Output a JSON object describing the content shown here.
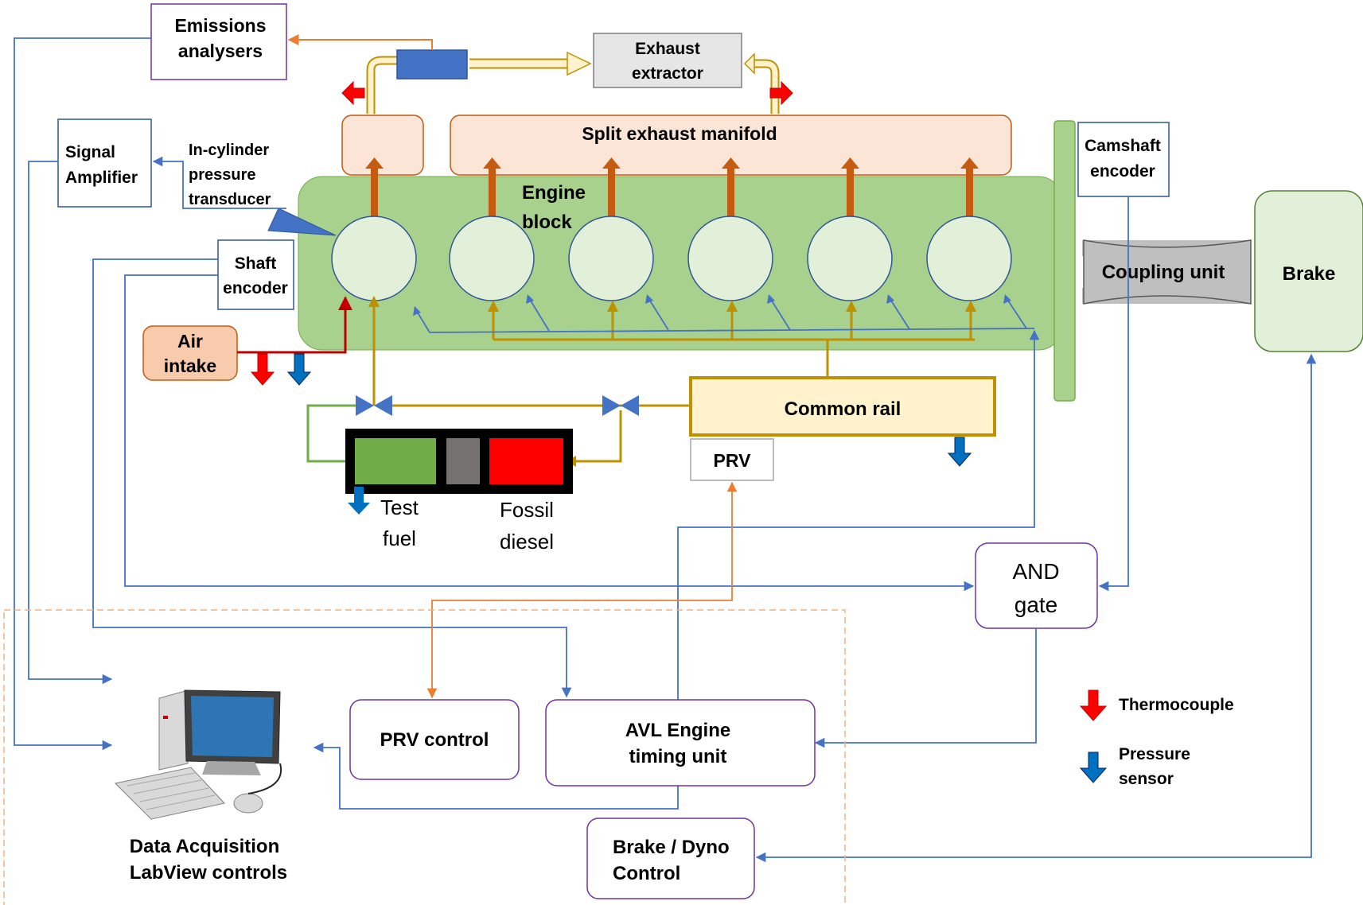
{
  "labels": {
    "emissions_1": "Emissions",
    "emissions_2": "analysers",
    "exhaust_extractor_1": "Exhaust",
    "exhaust_extractor_2": "extractor",
    "split_manifold": "Split exhaust manifold",
    "signal_amp_1": "Signal",
    "signal_amp_2": "Amplifier",
    "transducer_1": "In-cylinder",
    "transducer_2": "pressure",
    "transducer_3": "transducer",
    "engine_block_1": "Engine",
    "engine_block_2": "block",
    "camshaft_1": "Camshaft",
    "camshaft_2": "encoder",
    "shaft_encoder_1": "Shaft",
    "shaft_encoder_2": "encoder",
    "coupling_unit": "Coupling unit",
    "brake": "Brake",
    "air_intake_1": "Air",
    "air_intake_2": "intake",
    "common_rail": "Common rail",
    "prv": "PRV",
    "test_fuel_1": "Test",
    "test_fuel_2": "fuel",
    "fossil_diesel_1": "Fossil",
    "fossil_diesel_2": "diesel",
    "and_gate_1": "AND",
    "and_gate_2": "gate",
    "thermocouple": "Thermocouple",
    "pressure_sensor_1": "Pressure",
    "pressure_sensor_2": "sensor",
    "prv_control": "PRV control",
    "avl_1": "AVL Engine",
    "avl_2": "timing unit",
    "daq_1": "Data Acquisition",
    "daq_2": "LabView controls",
    "brake_dyno_1": "Brake / Dyno",
    "brake_dyno_2": "Control"
  },
  "colors": {
    "signal_line": "#4472c4",
    "fuel_line": "#bf9000",
    "exhaust_arrow": "#c55a11",
    "control_line": "#ed7d31",
    "engine_block": "#a9d18e",
    "manifold": "#fbe5d6",
    "thermocouple": "#ff0000",
    "pressure_sensor": "#0070c0",
    "control_box_border": "#7030a0",
    "daq_region_border": "#f4b183"
  }
}
